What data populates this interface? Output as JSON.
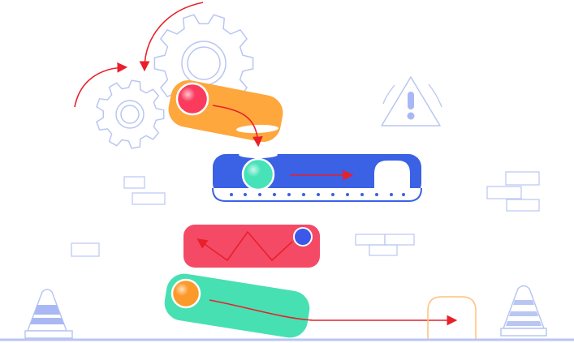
{
  "scene": {
    "colors": {
      "outline": "#b9c6f2",
      "arrow": "#e8202a",
      "orange": "#fea73d",
      "blue": "#3b61e4",
      "red": "#f44a66",
      "green": "#47e0b2",
      "pink_ball": "#fa3b5d",
      "teal_ball": "#46e2b8",
      "orange_ball": "#fb9a2a",
      "blue_ball": "#3b58ea",
      "cone_stripe": "#a9b8f4",
      "ground": "#b9c6f2"
    },
    "elements": [
      "gear-large-icon",
      "gear-small-icon",
      "warning-sign-icon",
      "orange-ramp",
      "blue-conveyor",
      "red-zigzag-block",
      "green-ramp",
      "traffic-cone-left-icon",
      "traffic-cone-right-icon",
      "exit-door-outline",
      "brick-decorations"
    ]
  }
}
